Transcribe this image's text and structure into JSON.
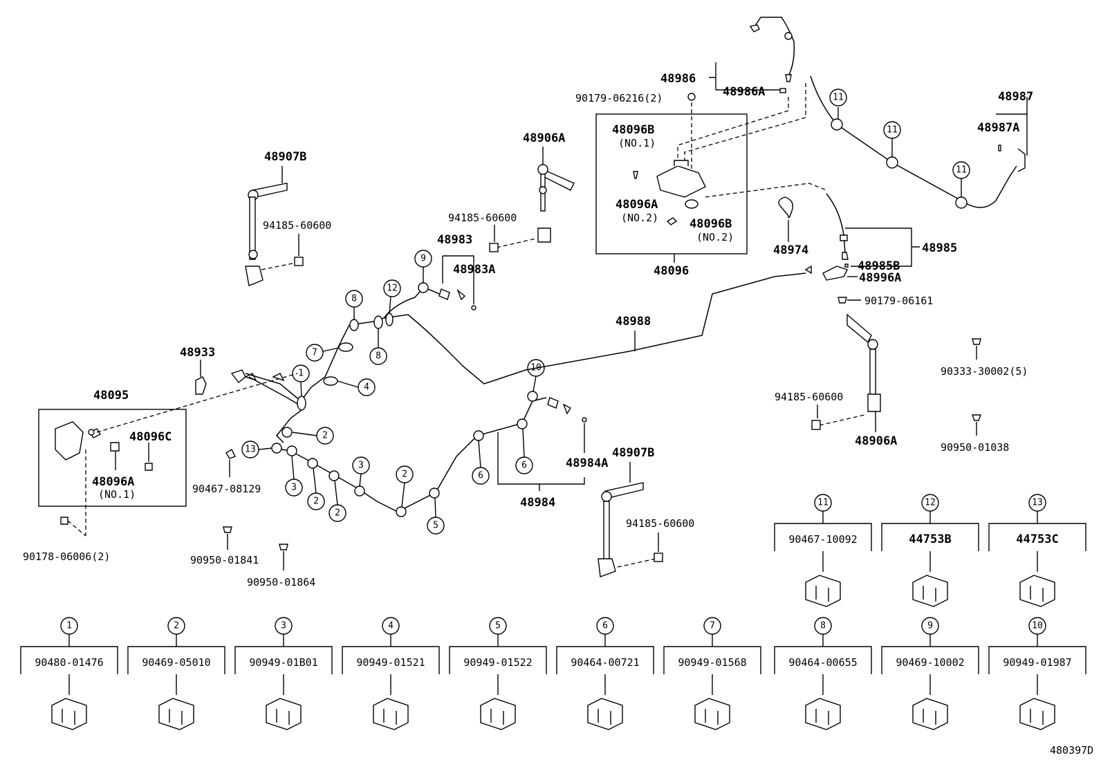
{
  "diagram_id": "480397D",
  "labels": {
    "p48986": "48986",
    "p48986A": "48986A",
    "p90179_06216": "90179-06216(2)",
    "p48096B_top": "48096B",
    "no1_a": "(NO.1)",
    "p48096A_mid": "48096A",
    "no2_a": "(NO.2)",
    "p48096B_bot": "48096B",
    "no2_b": "(NO.2)",
    "p48096": "48096",
    "p48987": "48987",
    "p48987A": "48987A",
    "p48906A_top": "48906A",
    "p48907B_top": "48907B",
    "p94185_a": "94185-60600",
    "p94185_b": "94185-60600",
    "p48983": "48983",
    "p48983A": "48983A",
    "p48974": "48974",
    "p48985": "48985",
    "p48985B": "48985B",
    "p48996A": "48996A",
    "p90179_06161": "90179-06161",
    "p48988": "48988",
    "p48933": "48933",
    "p48095": "48095",
    "p48096C": "48096C",
    "p48096A_left": "48096A",
    "no1_b": "(NO.1)",
    "p90178": "90178-06006(2)",
    "p90467_08129": "90467-08129",
    "p90950_01841": "90950-01841",
    "p90950_01864": "90950-01864",
    "p48984A": "48984A",
    "p48984": "48984",
    "p48907B_bot": "48907B",
    "p94185_c": "94185-60600",
    "p94185_d": "94185-60600",
    "p48906A_bot": "48906A",
    "p90333": "90333-30002(5)",
    "p90950_01038": "90950-01038"
  },
  "clip_legend": [
    {
      "num": "11",
      "part": "90467-10092"
    },
    {
      "num": "12",
      "part": "44753B"
    },
    {
      "num": "13",
      "part": "44753C"
    },
    {
      "num": "1",
      "part": "90480-01476"
    },
    {
      "num": "2",
      "part": "90469-05010"
    },
    {
      "num": "3",
      "part": "90949-01B01"
    },
    {
      "num": "4",
      "part": "90949-01521"
    },
    {
      "num": "5",
      "part": "90949-01522"
    },
    {
      "num": "6",
      "part": "90464-00721"
    },
    {
      "num": "7",
      "part": "90949-01568"
    },
    {
      "num": "8",
      "part": "90464-00655"
    },
    {
      "num": "9",
      "part": "90469-10002"
    },
    {
      "num": "10",
      "part": "90949-01987"
    }
  ],
  "callouts": {
    "c11a": "11",
    "c11b": "11",
    "c11c": "11",
    "c9": "9",
    "c12": "12",
    "c8a": "8",
    "c8b": "8",
    "c7": "7",
    "c1": "1",
    "c4": "4",
    "c10": "10",
    "c2a": "2",
    "c13": "13",
    "c3a": "3",
    "c3b": "3",
    "c2b": "2",
    "c2c": "2",
    "c2d": "2",
    "c5": "5",
    "c6a": "6",
    "c6b": "6"
  }
}
